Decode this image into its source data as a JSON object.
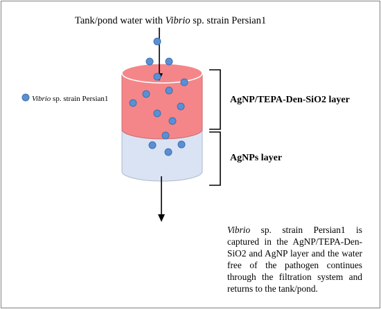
{
  "top_label": {
    "pre": "Tank/pond water with ",
    "italic": "Vibrio",
    "post": " sp. strain Persian1"
  },
  "legend": {
    "italic": "Vibrio",
    "post": " sp. strain Persian1"
  },
  "layers": {
    "top": "AgNP/TEPA-Den-SiO2 layer",
    "bottom": "AgNPs layer"
  },
  "description": {
    "line1_italic": "Vibrio",
    "line1_rest": " sp. strain Persian1 is",
    "line2": "captured in the AgNP/TEPA-Den-",
    "line3": "SiO2 and AgNP layer and the water",
    "line4": "free of the pathogen continues",
    "line5": "through the filtration system and",
    "line6": "returns to the tank/pond."
  },
  "colors": {
    "top_layer_fill": "#f4868a",
    "bottom_layer_fill": "#dae3f3",
    "particle_fill": "#5b8fd4",
    "particle_stroke": "#3e6fae"
  }
}
